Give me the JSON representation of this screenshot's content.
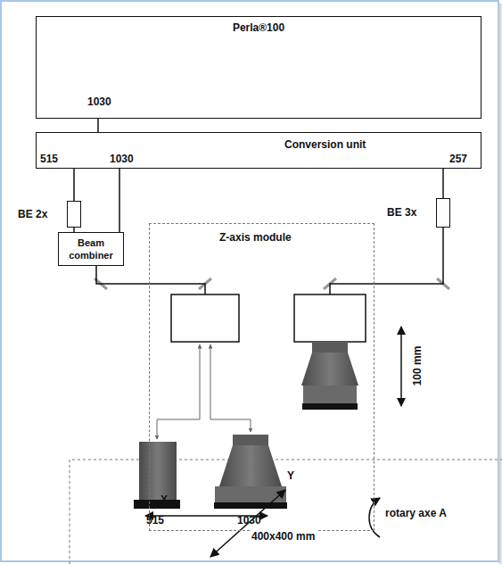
{
  "diagram": {
    "nodes": [
      {
        "text": [
          "Perla®100",
          "1030"
        ]
      },
      {
        "text": [
          "Conversion unit",
          "515",
          "1030",
          "257"
        ]
      },
      {
        "text": [
          "BE 2x"
        ]
      },
      {
        "text": [
          "BE 3x"
        ]
      },
      {
        "text": [
          "Beam combiner"
        ]
      },
      {
        "text": [
          "Z-axis module"
        ]
      }
    ],
    "edges": [
      {
        "from": 0,
        "to": 1,
        "arrow": "none"
      },
      {
        "from": 1,
        "to": 2,
        "arrow": "none"
      },
      {
        "from": 2,
        "to": 4,
        "arrow": "none"
      },
      {
        "from": 1,
        "to": 4,
        "arrow": "none"
      },
      {
        "from": 1,
        "to": 3,
        "arrow": "none"
      },
      {
        "from": 4,
        "to": 5,
        "arrow": "none"
      },
      {
        "from": 3,
        "to": 5,
        "arrow": "none"
      }
    ],
    "labels": [
      "100 mm",
      "515",
      "1030",
      "X",
      "Y",
      "400x400 mm",
      "rotary axe A"
    ]
  }
}
